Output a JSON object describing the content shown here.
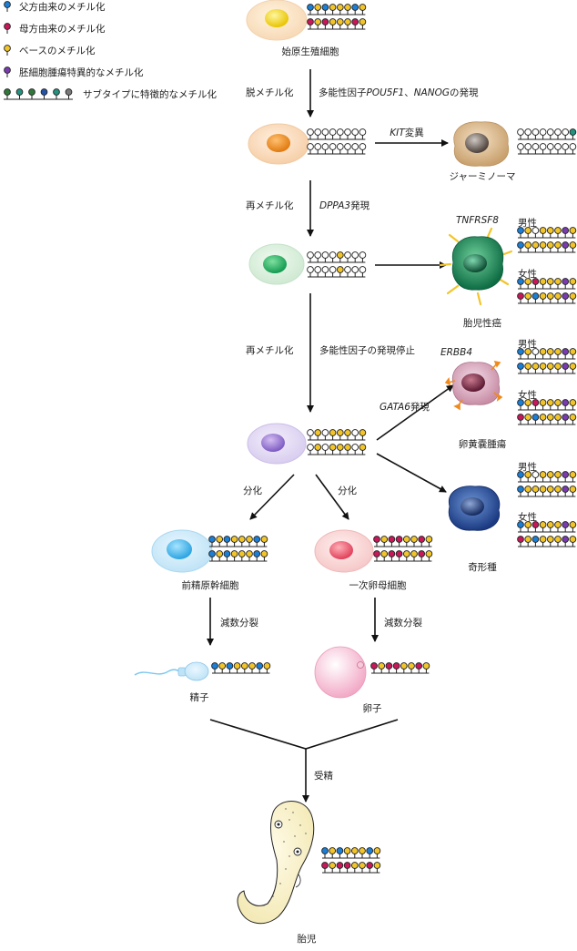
{
  "colors": {
    "paternal": "#1b7fd6",
    "maternal": "#c8185a",
    "base": "#f2c52a",
    "gct": "#7a3bb0",
    "subtype_green": "#2f7a3a",
    "subtype_teal": "#23927e",
    "subtype_blue": "#2353a8",
    "subtype_gray": "#7a7a7a"
  },
  "legend": {
    "paternal": "父方由来のメチル化",
    "maternal": "母方由来のメチル化",
    "base": "ベースのメチル化",
    "gct": "胚細胞腫瘍特異的なメチル化",
    "subtype": "サブタイプに特徴的なメチル化"
  },
  "labels": {
    "pgc": "始原生殖細胞",
    "demethylation": "脱メチル化",
    "pluripotency_expr_prefix": "多能性因子",
    "pou5f1": "POU5F1",
    "sep": "、",
    "nanog": "NANOG",
    "expr_suffix": "の発現",
    "kit": "KIT",
    "mutation": "変異",
    "germinoma": "ジャーミノーマ",
    "remethylation": "再メチル化",
    "dppa3": "DPPA3",
    "expression": "発現",
    "tnfrsf8": "TNFRSF8",
    "male": "男性",
    "female": "女性",
    "embryonal_carcinoma": "胎児性癌",
    "pluripotency_stop": "多能性因子の発現停止",
    "erbb4": "ERBB4",
    "gata6": "GATA6",
    "yolk_sac_tumor": "卵黄嚢腫瘍",
    "teratoma": "奇形種",
    "differentiation": "分化",
    "prospermatogonia": "前精原幹細胞",
    "primary_oocyte": "一次卵母細胞",
    "meiosis": "減数分裂",
    "sperm": "精子",
    "oocyte": "卵子",
    "fertilization": "受精",
    "fetus": "胎児"
  }
}
